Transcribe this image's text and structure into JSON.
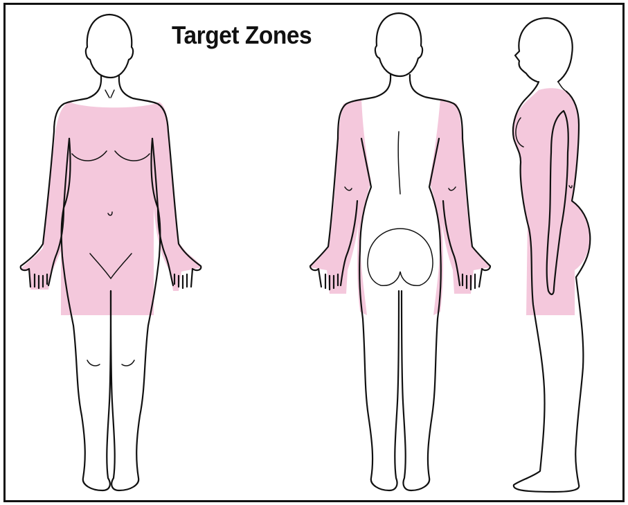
{
  "title": "Target Zones",
  "colors": {
    "zone": "#f4c8dc",
    "outline": "#111111",
    "background": "#ffffff"
  },
  "figures": [
    {
      "view": "front"
    },
    {
      "view": "back"
    },
    {
      "view": "side"
    }
  ]
}
